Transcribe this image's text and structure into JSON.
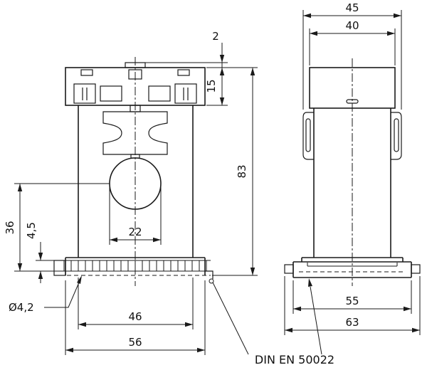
{
  "drawing": {
    "type": "technical-dimension-drawing",
    "standard": "DIN EN 50022",
    "colors": {
      "line": "#1a1a1a",
      "background": "#ffffff"
    },
    "front_view": {
      "dims": {
        "tab_height": "2",
        "terminal_block_height": "15",
        "overall_height": "83",
        "window_center_height": "36",
        "rail_offset": "4,5",
        "window_width": "22",
        "fixing_hole_diameter": "Ø4,2",
        "body_width": "46",
        "overall_width": "56"
      }
    },
    "side_view": {
      "dims": {
        "overall_width_top": "45",
        "housing_width": "40",
        "base_width": "55",
        "overall_base_width": "63"
      }
    }
  }
}
